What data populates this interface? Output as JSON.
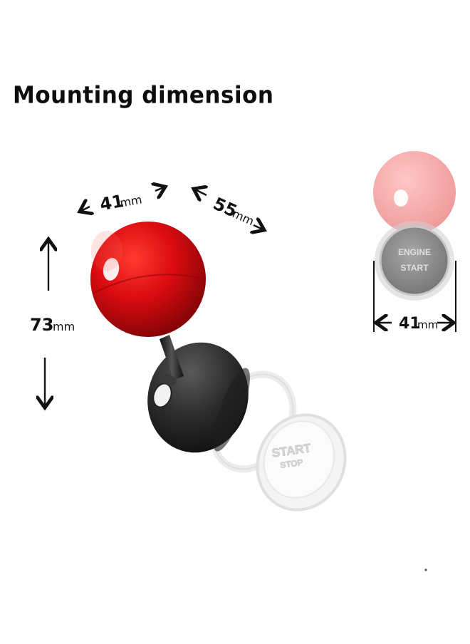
{
  "title": "Mounting dimension",
  "dimensions": {
    "width_top": {
      "value": "41",
      "unit": "mm"
    },
    "depth": {
      "value": "55",
      "unit": "mm"
    },
    "height": {
      "value": "73",
      "unit": "mm"
    },
    "diameter_side": {
      "value": "41",
      "unit": "mm"
    }
  },
  "button_labels": {
    "line1": "ENGINE",
    "line2": "START",
    "exploded_line1": "START",
    "exploded_line2": "STOP"
  },
  "colors": {
    "knob_red": "#d80f10",
    "knob_black": "#2b2b2b",
    "button_gray": "#8d8d8d"
  }
}
